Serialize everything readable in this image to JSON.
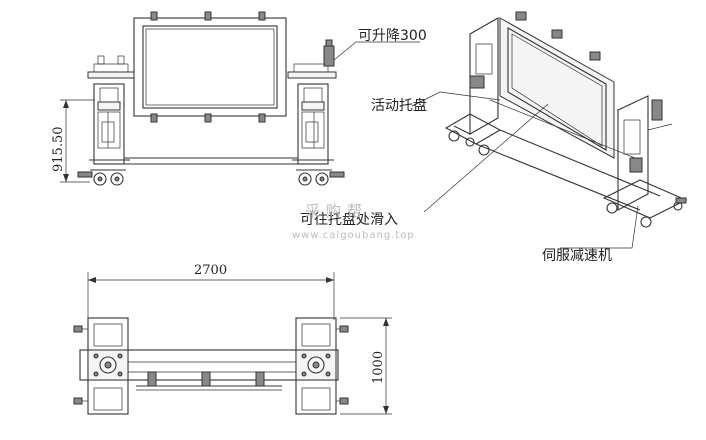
{
  "labels": {
    "lift": "可升降300",
    "pallet": "活动托盘",
    "slide_in": "可往托盘处滑入",
    "servo": "伺服减速机"
  },
  "dimensions": {
    "height": "915.50",
    "width": "2700",
    "depth": "1000"
  },
  "watermark": {
    "cn": "采购帮",
    "url": "www.caigoubang.top"
  }
}
